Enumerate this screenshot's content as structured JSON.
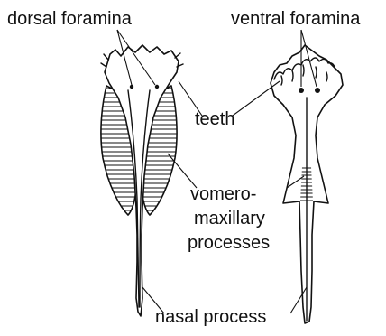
{
  "labels": {
    "dorsal_foramina": "dorsal foramina",
    "ventral_foramina": "ventral foramina",
    "teeth": "teeth",
    "vomeromaxillary_line1": "vomero-",
    "vomeromaxillary_line2": "maxillary",
    "vomeromaxillary_line3": "processes",
    "nasal_process": "nasal process"
  }
}
